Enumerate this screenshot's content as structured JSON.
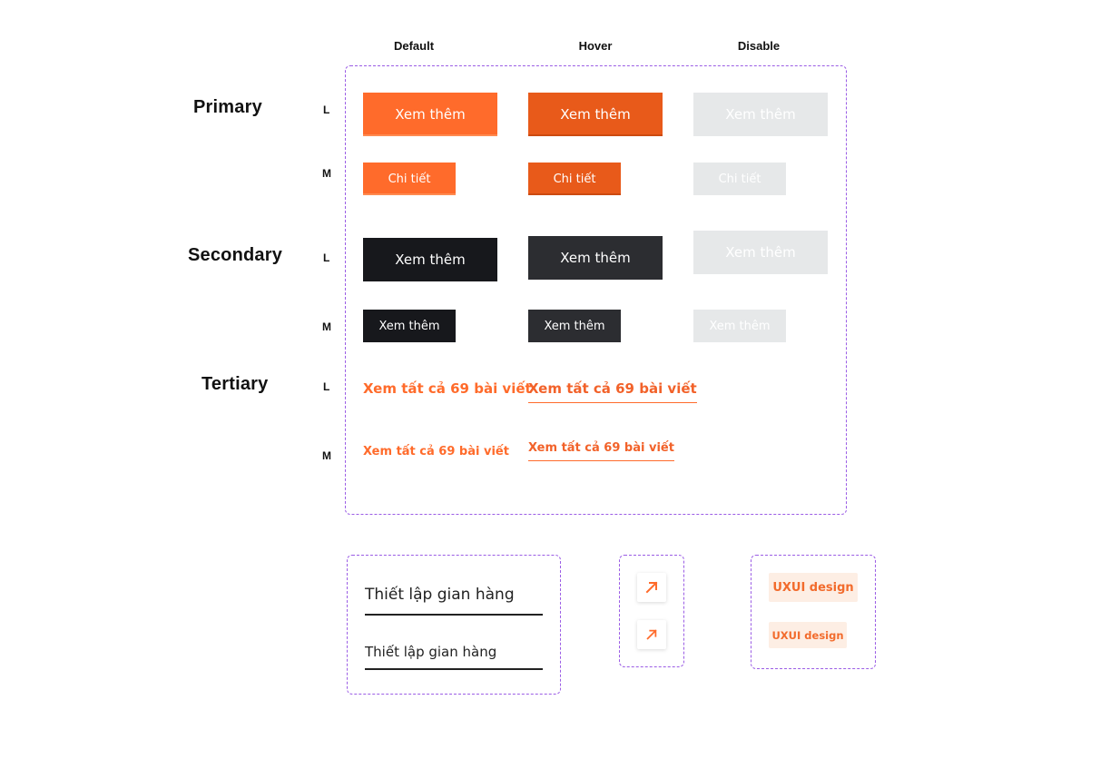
{
  "columns": {
    "default": "Default",
    "hover": "Hover",
    "disable": "Disable"
  },
  "groups": {
    "primary": "Primary",
    "secondary": "Secondary",
    "tertiary": "Tertiary"
  },
  "sizes": {
    "large": "L",
    "medium": "M"
  },
  "buttons": {
    "primary_l": "Xem thêm",
    "primary_m": "Chi tiết",
    "secondary_l": "Xem thêm",
    "secondary_m": "Xem thêm",
    "tertiary_l": "Xem tất cả 69 bài viết",
    "tertiary_m": "Xem tất cả 69 bài viết"
  },
  "fields": {
    "large": "Thiết lập gian hàng",
    "medium": "Thiết lập gian hàng"
  },
  "tags": {
    "large": "UXUI design",
    "medium": "UXUI design"
  },
  "icons": {
    "arrow": "arrow-up-right-icon"
  },
  "colors": {
    "primary": "#ff6b2b",
    "primary_hover": "#e85a1a",
    "secondary": "#17181c",
    "secondary_hover": "#2c2d31",
    "disabled": "#e6e8e9",
    "frame": "#9b5de5"
  }
}
